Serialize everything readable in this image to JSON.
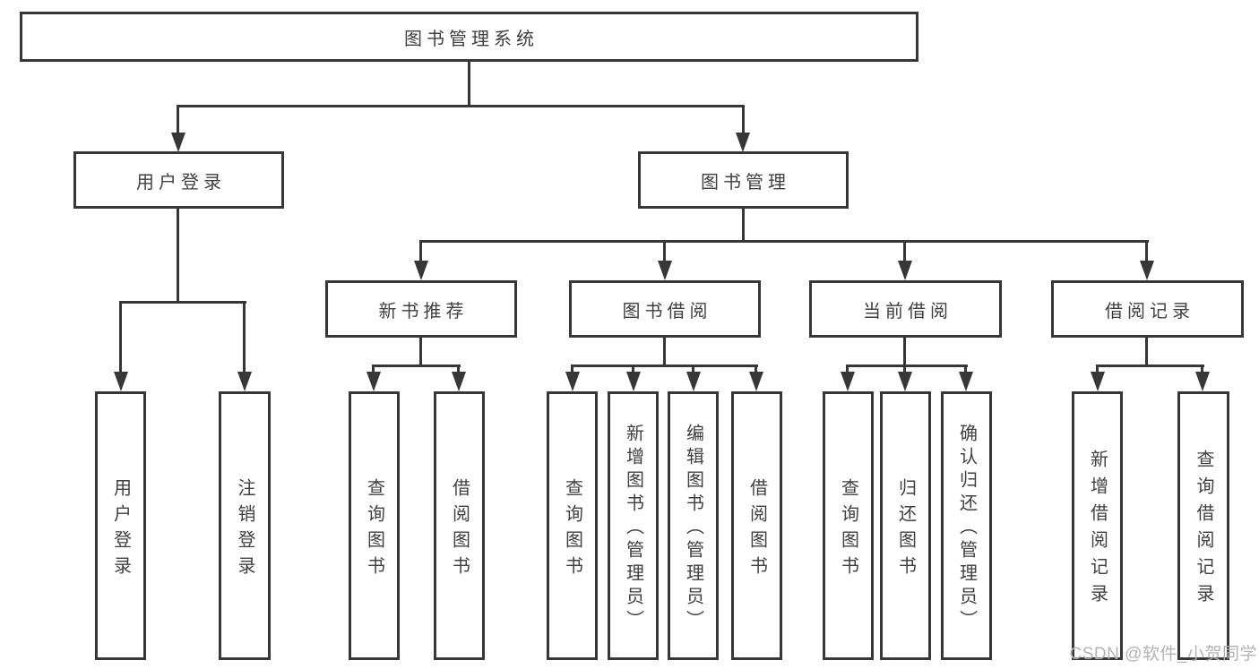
{
  "diagram": {
    "root": {
      "label": "图书管理系统"
    },
    "branches": [
      {
        "label": "用户登录",
        "children": [
          {
            "label": "用户登录"
          },
          {
            "label": "注销登录"
          }
        ]
      },
      {
        "label": "图书管理",
        "children": [
          {
            "label": "新书推荐",
            "children": [
              {
                "label": "查询图书"
              },
              {
                "label": "借阅图书"
              }
            ]
          },
          {
            "label": "图书借阅",
            "children": [
              {
                "label": "查询图书"
              },
              {
                "label": "新增图书（管理员）"
              },
              {
                "label": "编辑图书（管理员）"
              },
              {
                "label": "借阅图书"
              }
            ]
          },
          {
            "label": "当前借阅",
            "children": [
              {
                "label": "查询图书"
              },
              {
                "label": "归还图书"
              },
              {
                "label": "确认归还（管理员）"
              }
            ]
          },
          {
            "label": "借阅记录",
            "children": [
              {
                "label": "新增借阅记录"
              },
              {
                "label": "查询借阅记录"
              }
            ]
          }
        ]
      }
    ]
  },
  "watermark": {
    "text": "CSDN @软件_小贺同学"
  },
  "colors": {
    "line": "#373737",
    "text": "#404040",
    "watermark": "#b4b4b4",
    "background": "#ffffff"
  }
}
